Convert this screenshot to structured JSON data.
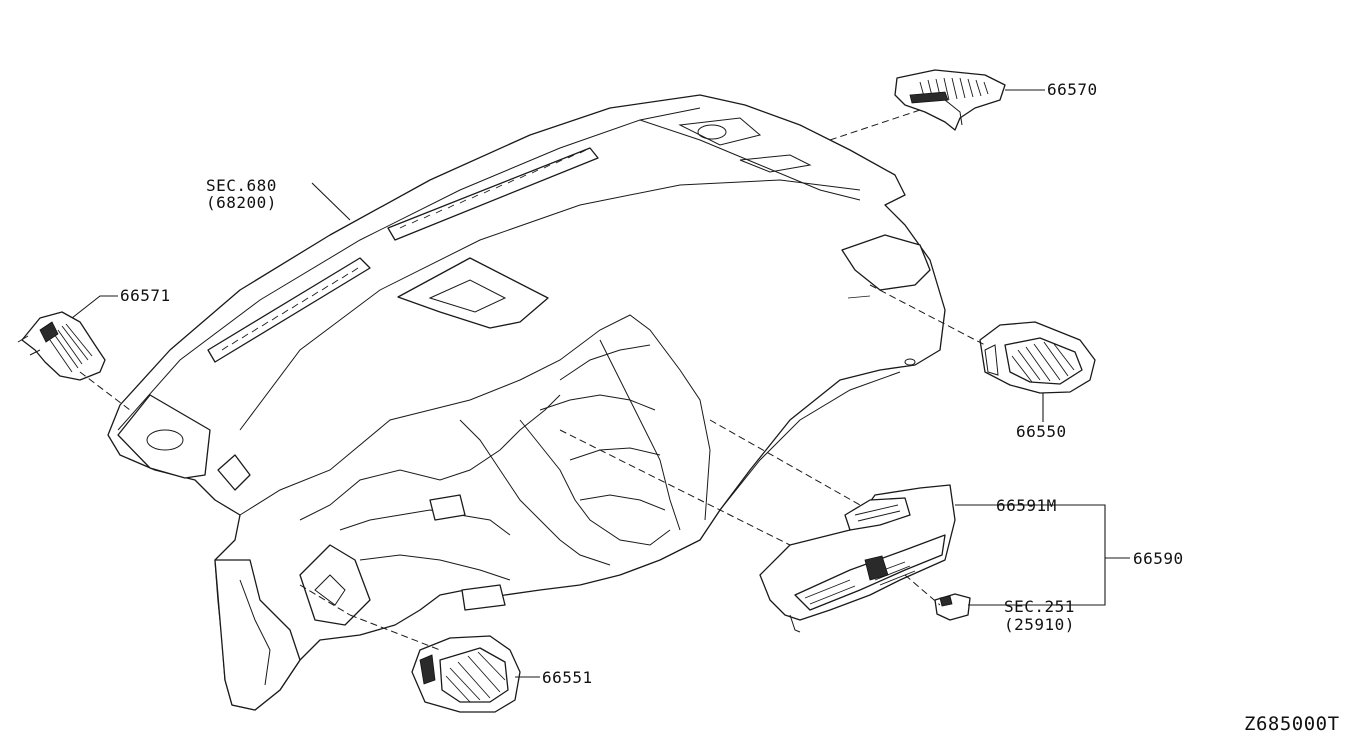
{
  "labels": {
    "sec680_line1": "SEC.680",
    "sec680_line2": "(68200)",
    "p66570": "66570",
    "p66571": "66571",
    "p66550": "66550",
    "p66591m": "66591M",
    "p66590": "66590",
    "sec251_line1": "SEC.251",
    "sec251_line2": "(25910)",
    "p66551": "66551"
  },
  "diagram_code": "Z685000T"
}
